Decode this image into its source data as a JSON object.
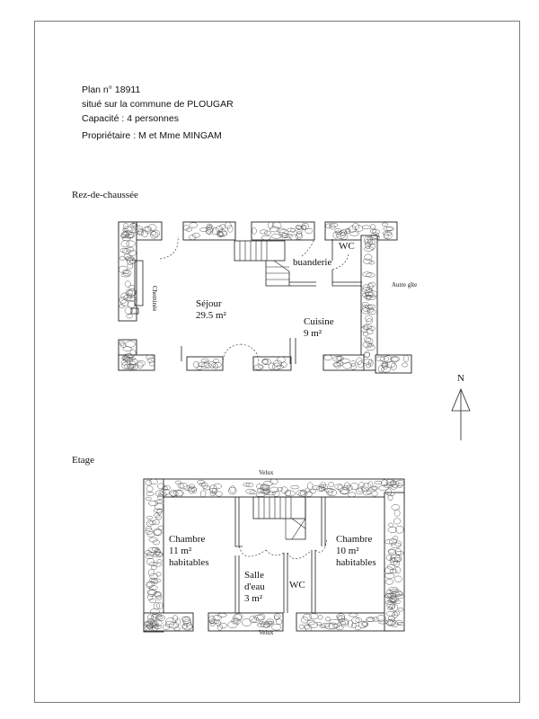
{
  "header": {
    "plan_number": "Plan n° 18911",
    "location": "situé sur la commune de PLOUGAR",
    "capacity": "Capacité : 4 personnes",
    "owner": "Propriétaire : M et Mme MINGAM"
  },
  "ground_floor": {
    "title": "Rez-de-chaussée",
    "fireplace": "Cheminée",
    "living_room": {
      "name": "Séjour",
      "area": "29.5 m²"
    },
    "kitchen": {
      "name": "Cuisine",
      "area": "9 m²"
    },
    "laundry": "buanderie",
    "wc": "WC",
    "neighbour": "Autre gîte"
  },
  "north_arrow": {
    "label": "N"
  },
  "upper_floor": {
    "title": "Etage",
    "velux_top": "Velux",
    "velux_bottom": "Velux",
    "bedroom_left": {
      "name": "Chambre",
      "area": "11 m²",
      "note": "habitables"
    },
    "bedroom_right": {
      "name": "Chambre",
      "area": "10 m²",
      "note": "habitables"
    },
    "shower_room": {
      "name1": "Salle",
      "name2": "d'eau",
      "area": "3 m²"
    },
    "wc": "WC"
  }
}
